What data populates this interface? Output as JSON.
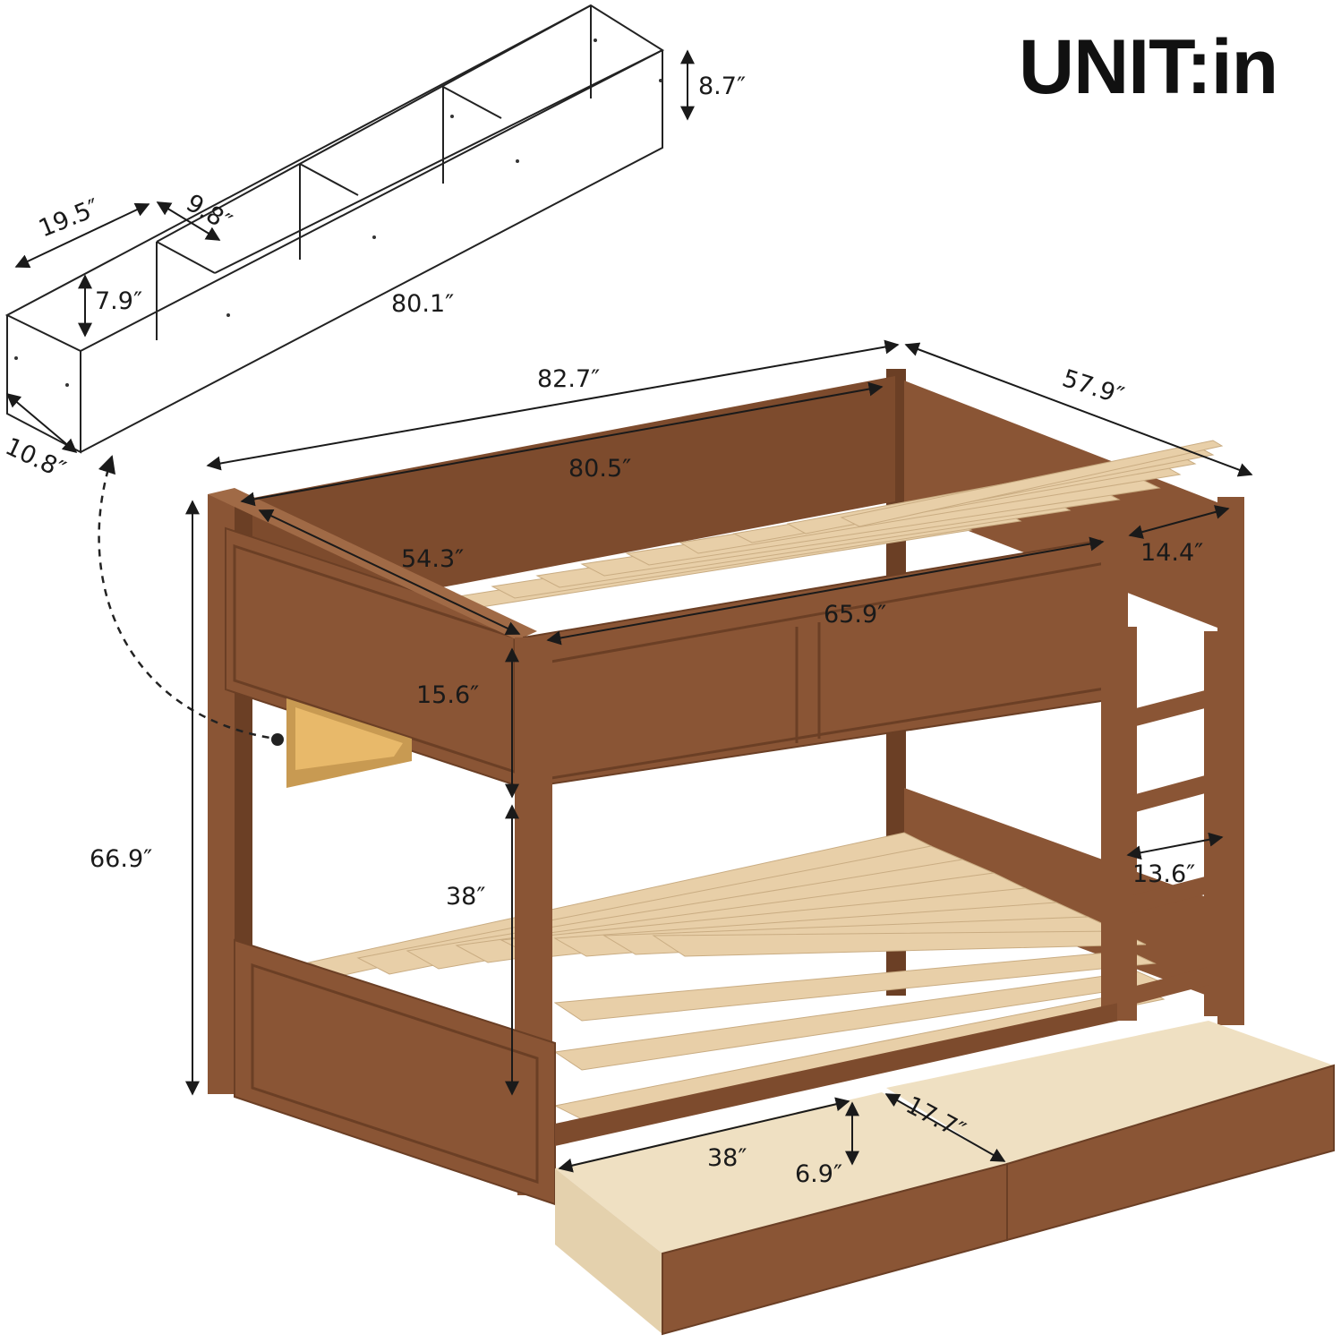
{
  "unit_label": "UNIT:in",
  "colors": {
    "wood": "#8a5535",
    "wood_dark": "#6b3f25",
    "wood_light": "#a06a46",
    "slat": "#e8cfa8",
    "drawer_inner": "#efe0c2",
    "line": "#1a1a1a"
  },
  "shelf": {
    "height": "8.7″",
    "width": "19.5″",
    "compartment": "9.8″",
    "inner_height": "7.9″",
    "length": "80.1″",
    "depth": "10.8″"
  },
  "bed": {
    "overall_length": "82.7″",
    "overall_width": "57.9″",
    "inner_length": "80.5″",
    "inner_width": "54.3″",
    "ladder_opening": "14.4″",
    "rail_length": "65.9″",
    "rail_height": "15.6″",
    "total_height": "66.9″",
    "clearance": "38″",
    "ladder_width": "13.6″"
  },
  "drawer": {
    "length": "38″",
    "depth": "17.7″",
    "height": "6.9″"
  }
}
